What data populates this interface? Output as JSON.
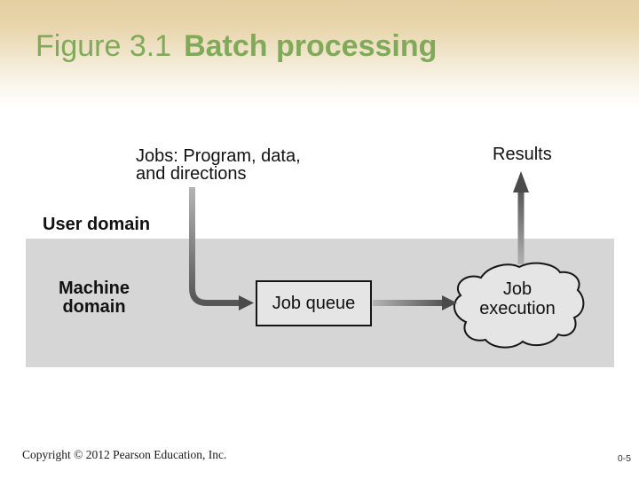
{
  "slide": {
    "title": {
      "prefix": "Figure 3.1",
      "emphasis": "Batch processing"
    },
    "footer": {
      "copyright": "Copyright © 2012 Pearson Education, Inc.",
      "page_number": "0-5"
    },
    "colors": {
      "title_green": "#7dab58",
      "header_tan": "#e3cfa1"
    }
  },
  "diagram": {
    "labels": {
      "jobs_line1": "Jobs: Program, data,",
      "jobs_line2": "and directions",
      "results": "Results",
      "user_domain": "User domain",
      "machine_line1": "Machine",
      "machine_line2": "domain",
      "job_queue": "Job queue",
      "execution_line1": "Job",
      "execution_line2": "execution"
    },
    "colors": {
      "machine_band": "#d6d6d6",
      "node_fill": "#e5e5e5",
      "outline": "#161616",
      "arrow_dark": "#4a4a4a",
      "arrow_mid": "#565656",
      "arrow_light": "#b4b4b4"
    }
  }
}
